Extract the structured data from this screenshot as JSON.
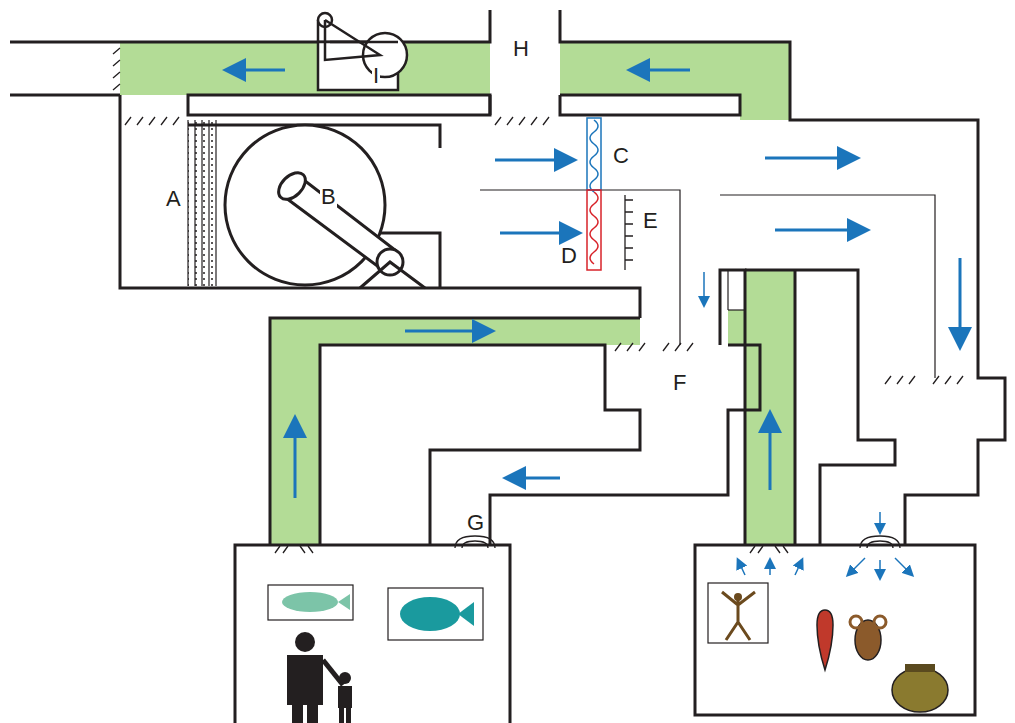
{
  "diagram": {
    "labels": [
      "I",
      "H",
      "A",
      "B",
      "C",
      "E",
      "D",
      "F",
      "G"
    ]
  }
}
